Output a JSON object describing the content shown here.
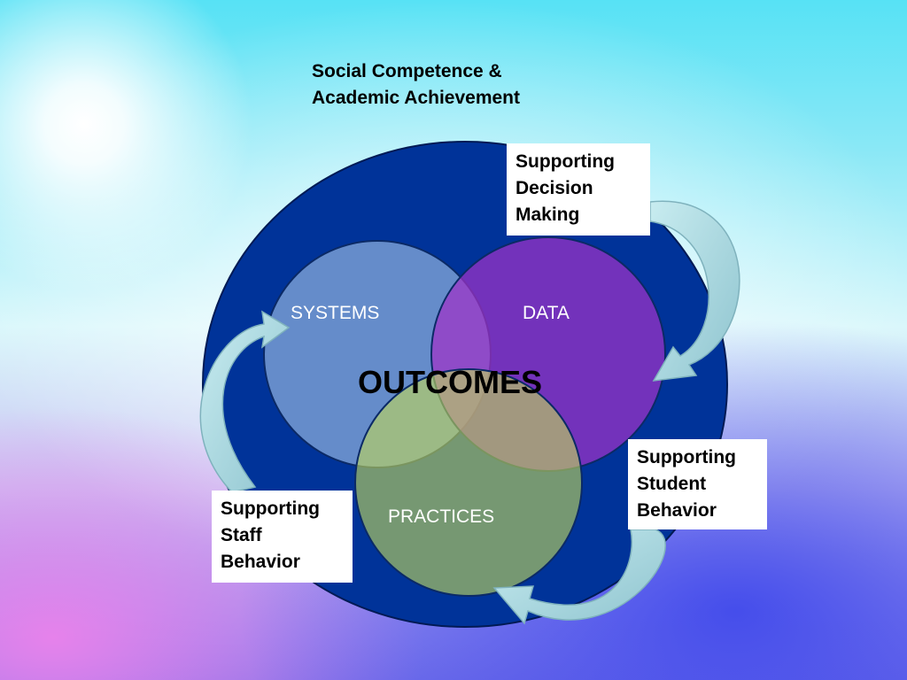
{
  "title": {
    "line1": "Social Competence &",
    "line2": "Academic Achievement"
  },
  "circles": {
    "systems": "SYSTEMS",
    "data": "DATA",
    "practices": "PRACTICES",
    "center": "OUTCOMES"
  },
  "callouts": {
    "decision": [
      "Supporting",
      "Decision",
      "Making"
    ],
    "student": [
      "Supporting",
      "Student",
      "Behavior"
    ],
    "staff": [
      "Supporting",
      "Staff",
      "Behavior"
    ]
  },
  "colors": {
    "outer_ellipse": "#003399",
    "systems": "#6a8fc8",
    "data": "#8033b8",
    "practices": "#8ba84f",
    "arrow": "#a7d3dc"
  }
}
